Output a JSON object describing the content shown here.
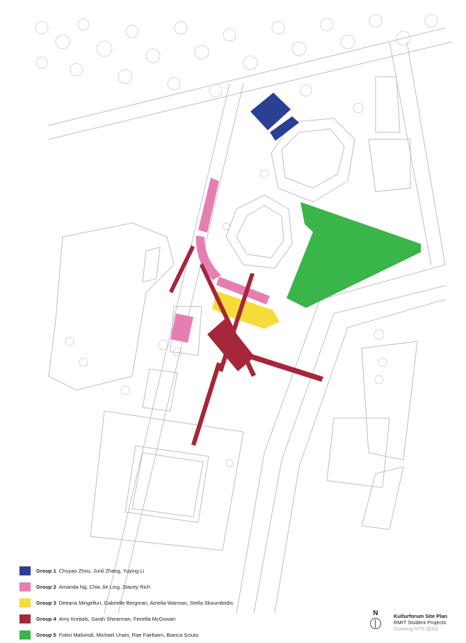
{
  "legend": [
    {
      "group": "Group 1",
      "members": "Chuyao Zhou, Junli Zhang, Yuying Li",
      "color": "#2b3f93"
    },
    {
      "group": "Group 2",
      "members": "Amanda Ng, Chia Jie Ling, Stacey Rich",
      "color": "#e57fb3"
    },
    {
      "group": "Group 3",
      "members": "Deeana Mingelluri, Gabrielle Bergman, Amelia Warman, Stella Skoumbridis",
      "color": "#f5dc3a"
    },
    {
      "group": "Group 4",
      "members": "Amy Kreitals, Sarah Shearman, Fenella McGowan",
      "color": "#a6263a"
    },
    {
      "group": "Group 5",
      "members": "Fotini Malivindi, Michael Urwin, Rae Fairbairn, Bianca Sciuto",
      "color": "#39b54a"
    }
  ],
  "title_block": {
    "title": "Kulturforum Site Plan",
    "subtitle": "RMIT Student Projects",
    "note": "Drawing NTS @A3"
  },
  "north_label": "N",
  "icons": {
    "north_arrow": "north-arrow-icon",
    "tree": "tree-icon"
  }
}
